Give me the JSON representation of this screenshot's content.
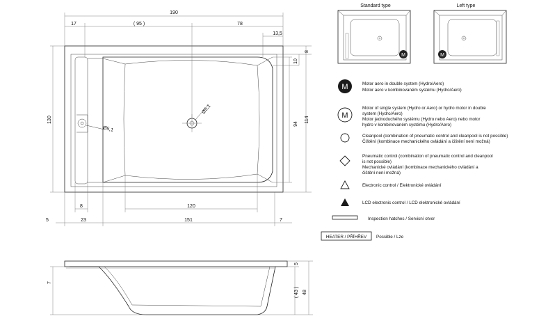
{
  "dimensions": {
    "overall_length": "190",
    "left_offset": "17",
    "hole_offset": "( 95 )",
    "right_part": "78",
    "right_small": "13,5",
    "top_rim": "8",
    "right_v10": "10",
    "height_94": "94",
    "height_114": "114",
    "overall_width": "130",
    "drain_dia_center": "Ø5,1",
    "drain_dia_left": "Ø5,1",
    "bottom_8": "8",
    "bottom_120": "120",
    "bottom_5": "5",
    "bottom_23": "23",
    "bottom_151": "151",
    "bottom_7": "7",
    "side_7": "7",
    "side_5": "5",
    "side_43": "( 43 )",
    "side_48": "48"
  },
  "thumbnails": {
    "standard_label": "Standard type",
    "left_label": "Left type",
    "motor_glyph": "M"
  },
  "legend": [
    {
      "icon": "motor-filled-icon",
      "glyph": "M",
      "lines": [
        "Motor aero in double system (Hydro/Aero)",
        "Motor aero v kombinovaném systému (Hydro/Aero)"
      ]
    },
    {
      "icon": "motor-outline-icon",
      "glyph": "M",
      "lines": [
        "Motor of single system (Hydro or Aero) or hydro motor in double",
        "system (Hydro/Aero)",
        "Motor jednoduchého systému (Hydro nebo Aero) nebo motor",
        "hydro v kombinovaném systému (Hydro/Aero)"
      ]
    },
    {
      "icon": "circle-icon",
      "glyph": "",
      "lines": [
        "Cleanpool (combination of pneumatic control and cleanpool is not possible)",
        "Čištění (kombinace mechanického ovládání a čištění není možná)"
      ]
    },
    {
      "icon": "diamond-icon",
      "glyph": "",
      "lines": [
        "Pneumatic control (combination of pneumatic control and cleanpool",
        "is not possible)",
        "Mechanické ovládání (kombinace mechanického ovládání a",
        "čištění není možná)"
      ]
    },
    {
      "icon": "triangle-outline-icon",
      "glyph": "",
      "lines": [
        "Electronic control / Elektronické ovládání"
      ]
    },
    {
      "icon": "triangle-filled-icon",
      "glyph": "",
      "lines": [
        "LCD electronic control / LCD elektronické ovládání"
      ]
    },
    {
      "icon": "hatch-icon",
      "glyph": "",
      "lines": [
        "Inspection hatches / Servisní otvor"
      ]
    },
    {
      "icon": "heater-box-icon",
      "glyph": "HEATER / PŘÍHŘEV",
      "lines": [
        "Possible / Lze"
      ]
    }
  ]
}
